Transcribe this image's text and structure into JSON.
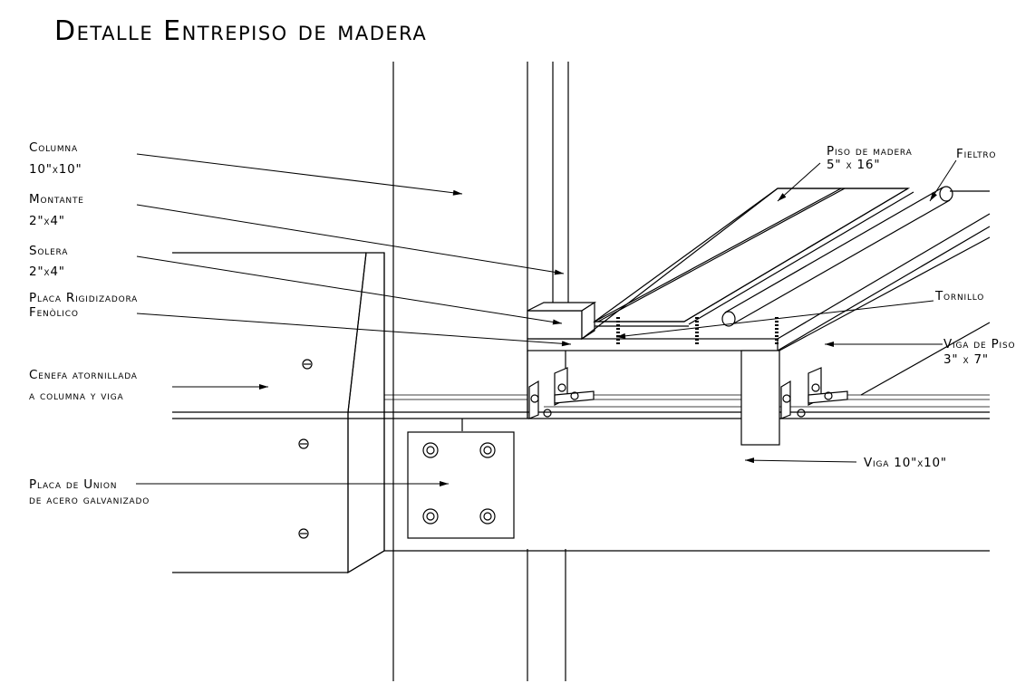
{
  "title": "Detalle Entrepiso de madera",
  "labels": {
    "columna": "Columna",
    "columna_dim": "10\"x10\"",
    "montante": "Montante",
    "montante_dim": "2\"x4\"",
    "solera": "Solera",
    "solera_dim": "2\"x4\"",
    "placa_rig_1": "Placa Rigidizadora",
    "placa_rig_2": "Fenòlico",
    "cenefa_1": "Cenefa atornillada",
    "cenefa_2": "a columna y viga",
    "placa_union_1": "Placa de Union",
    "placa_union_2": "de acero galvanizado",
    "piso_1": "Piso de madera",
    "piso_2": "5\" x 16\"",
    "fieltro": "Fieltro",
    "tornillo": "Tornillo",
    "viga_piso_1": "Viga de Piso",
    "viga_piso_2": "3\" x 7\"",
    "viga": "Viga 10\"x10\""
  }
}
